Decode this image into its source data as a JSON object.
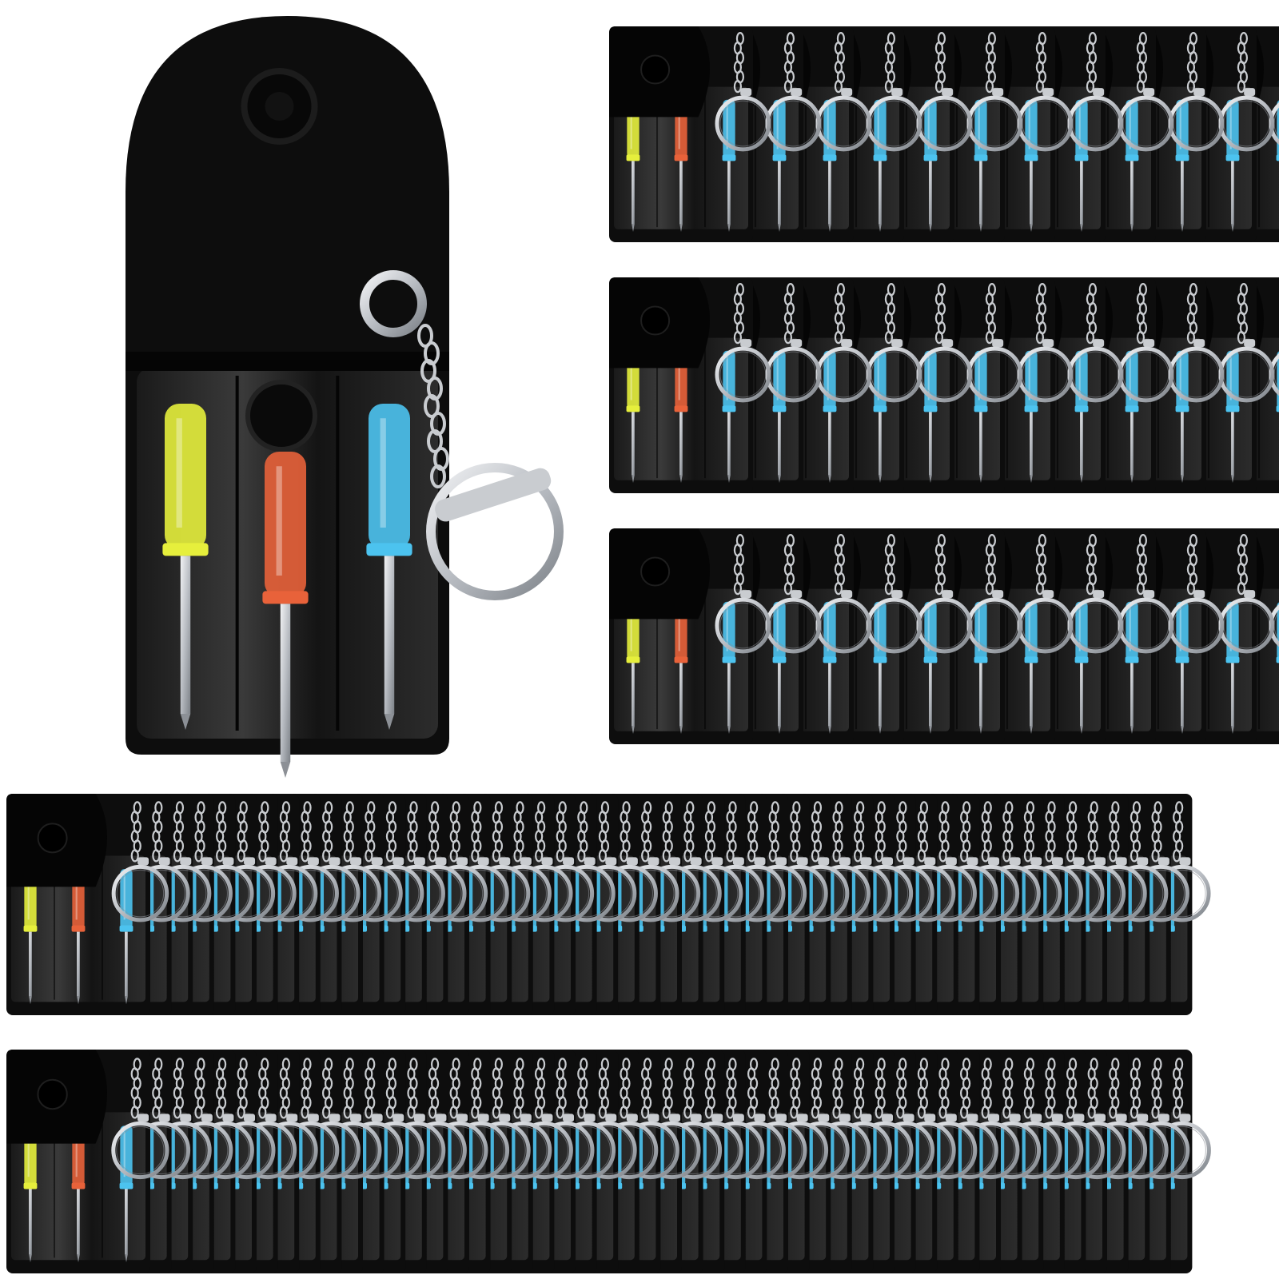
{
  "colors": {
    "background": "#ffffff",
    "pouch_leather": "#0d0d0d",
    "pouch_flap": "#050505",
    "pouch_window": "#2a2a2a",
    "metal": "#c9ccd0",
    "metal_dark": "#8c9096",
    "screwdriver_handles": [
      "#e6ef3c",
      "#e8623a",
      "#4cc3ef"
    ]
  },
  "icons": {
    "pouch": "keychain-pouch-icon",
    "snap": "snap-button-icon",
    "ring": "split-ring-icon",
    "chain": "chain-icon",
    "screwdriver": "screwdriver-icon"
  },
  "product": {
    "screwdriver_count_per_pouch": 3,
    "rows": [
      {
        "pouches": 12
      },
      {
        "pouches": 12
      },
      {
        "pouches": 12
      },
      {
        "pouches": 50
      },
      {
        "pouches": 50
      }
    ]
  }
}
